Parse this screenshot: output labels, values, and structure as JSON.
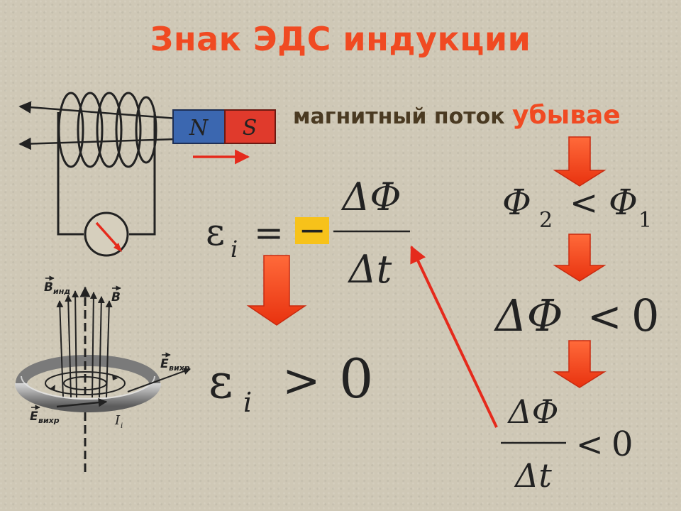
{
  "slide": {
    "title": "Знак ЭДС индукции",
    "flux_dark": "магнитный поток ",
    "flux_red": "убывае"
  },
  "magnet": {
    "north": "N",
    "south": "S"
  },
  "formulas": {
    "epsilon": "ε",
    "sub_i": "i",
    "equals": "=",
    "minus": "−",
    "delta_phi": "ΔΦ",
    "delta_t": "Δt",
    "greater": ">",
    "less": "<",
    "zero": "0",
    "phi": "Φ",
    "sub_2": "2",
    "sub_1": "1"
  },
  "vortex": {
    "b_ind": "B",
    "b_ind_sub": "инд",
    "b": "B",
    "e_vihr": "E",
    "e_vihr_sub": "вихр",
    "current": "I",
    "current_sub": "i"
  },
  "colors": {
    "accent": "#f04a22",
    "highlight": "#f7c21a",
    "north": "#3b67b0",
    "south": "#e03a2c"
  }
}
